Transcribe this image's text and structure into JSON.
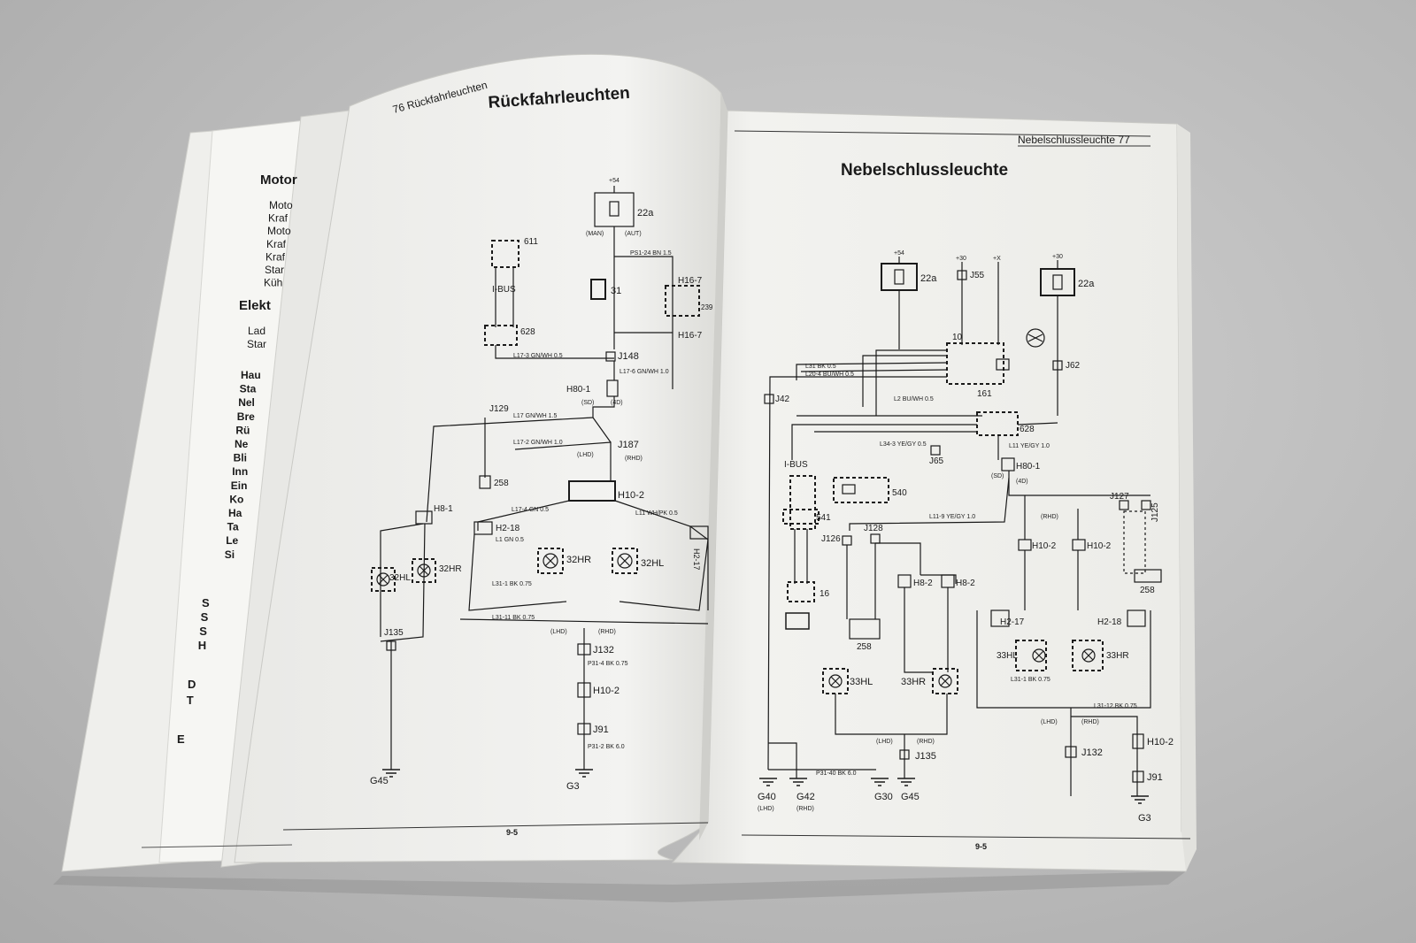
{
  "back_page": {
    "heading_1": "Motor",
    "items_1": [
      "Moto",
      "Kraf",
      "Moto",
      "Kraf",
      "Kraf",
      "Star",
      "Küh"
    ],
    "heading_2": "Elekt",
    "items_2": [
      "Lad",
      "Star"
    ],
    "items_3": [
      "Hau",
      "Sta",
      "Nel",
      "Bre",
      "Rü",
      "Ne",
      "Bli",
      "Inn",
      "Ein",
      "Ko",
      "Ha",
      "Ta",
      "Le",
      "Si"
    ],
    "items_4": [
      "S",
      "S",
      "S",
      "H"
    ],
    "items_5": [
      "D",
      "T"
    ],
    "items_6": [
      "E"
    ]
  },
  "left_page": {
    "running_header": "76  Rückfahrleuchten",
    "title": "Rückfahrleuchten",
    "footer": "9-5",
    "labels": {
      "p54": "+54",
      "fuse": "22a",
      "man": "(MAN)",
      "aut": "(AUT)",
      "c611": "611",
      "ibus": "I-BUS",
      "c628": "628",
      "s31": "31",
      "h16a": "H16-7",
      "h16b": "H16-7",
      "c239": "239",
      "j148": "J148",
      "h80": "H80-1",
      "sd": "(SD)",
      "d4": "(4D)",
      "j129": "J129",
      "lhd": "(LHD)",
      "rhd": "(RHD)",
      "j187": "J187",
      "c258": "258",
      "h8": "H8-1",
      "h10": "H10-2",
      "h2_18": "H2-18",
      "h2_17": "H2-17",
      "l32hl": "32HL",
      "l32hr": "32HR",
      "l32hr2": "32HR",
      "l32hl2": "32HL",
      "j135": "J135",
      "j132": "J132",
      "h10b": "H10-2",
      "j91": "J91",
      "g45": "G45",
      "g3": "G3",
      "w1": "L17-3  GN/WH  0.5",
      "w2": "L17-6  GN/WH  1.0",
      "w3": "L17-2  GN/WH  1.0",
      "w4": "L17-4  GN  0.5",
      "w5": "L11  WH/PK  0.5",
      "w6": "L31-11  BK  0.75",
      "w7": "P31-4  BK  0.75",
      "w8": "P31-2  BK  6.0",
      "w9": "L17  GN/WH  1.5",
      "w10": "PS1-24  BN  1.5",
      "w11": "L1  GN  0.5",
      "w12": "L31-1  BK  0.75"
    }
  },
  "right_page": {
    "running_header": "Nebelschlussleuchte  77",
    "title": "Nebelschlussleuchte",
    "footer": "9-5",
    "labels": {
      "p54": "+54",
      "p30a": "+30",
      "px": "+X",
      "p30b": "+30",
      "fuse_a": "22a",
      "fuse_b": "22a",
      "j55": "J55",
      "c10": "10",
      "c161": "161",
      "j62": "J62",
      "j42": "J42",
      "c628": "628",
      "j65": "J65",
      "h80": "H80-1",
      "ibus": "I-BUS",
      "c540": "540",
      "c541": "541",
      "j127": "J127",
      "j125": "J125",
      "c128": "J128",
      "j126": "J126",
      "h10a": "H10-2",
      "h10b": "H10-2",
      "h8a": "H8-2",
      "h8b": "H8-2",
      "c258a": "258",
      "c258b": "258",
      "c16": "16",
      "h2_17": "H2-17",
      "h2_18": "H2-18",
      "l33hl": "33HL",
      "l33hr": "33HR",
      "l33hl2": "33HL",
      "l33hr2": "33HR",
      "j135": "J135",
      "j132": "J132",
      "h10c": "H10-2",
      "j91": "J91",
      "g40": "G40",
      "g42": "G42",
      "g30": "G30",
      "g45": "G45",
      "g3": "G3",
      "lhd": "(LHD)",
      "rhd": "(RHD)",
      "sd": "(SD)",
      "d4": "(4D)",
      "w1": "L31  BK  0.5",
      "w2": "L20-4  BU/WH  0.5",
      "w3": "L2  BU/WH  0.5",
      "w4": "L34-3  YE/GY  0.5",
      "w5": "L11  YE/GY  1.0",
      "w6": "L11-9  YE/GY  1.0",
      "w7": "L31-1  BK  0.75",
      "w8": "L31-12  BK  0.75",
      "w9": "P31-40  BK  6.0"
    }
  }
}
